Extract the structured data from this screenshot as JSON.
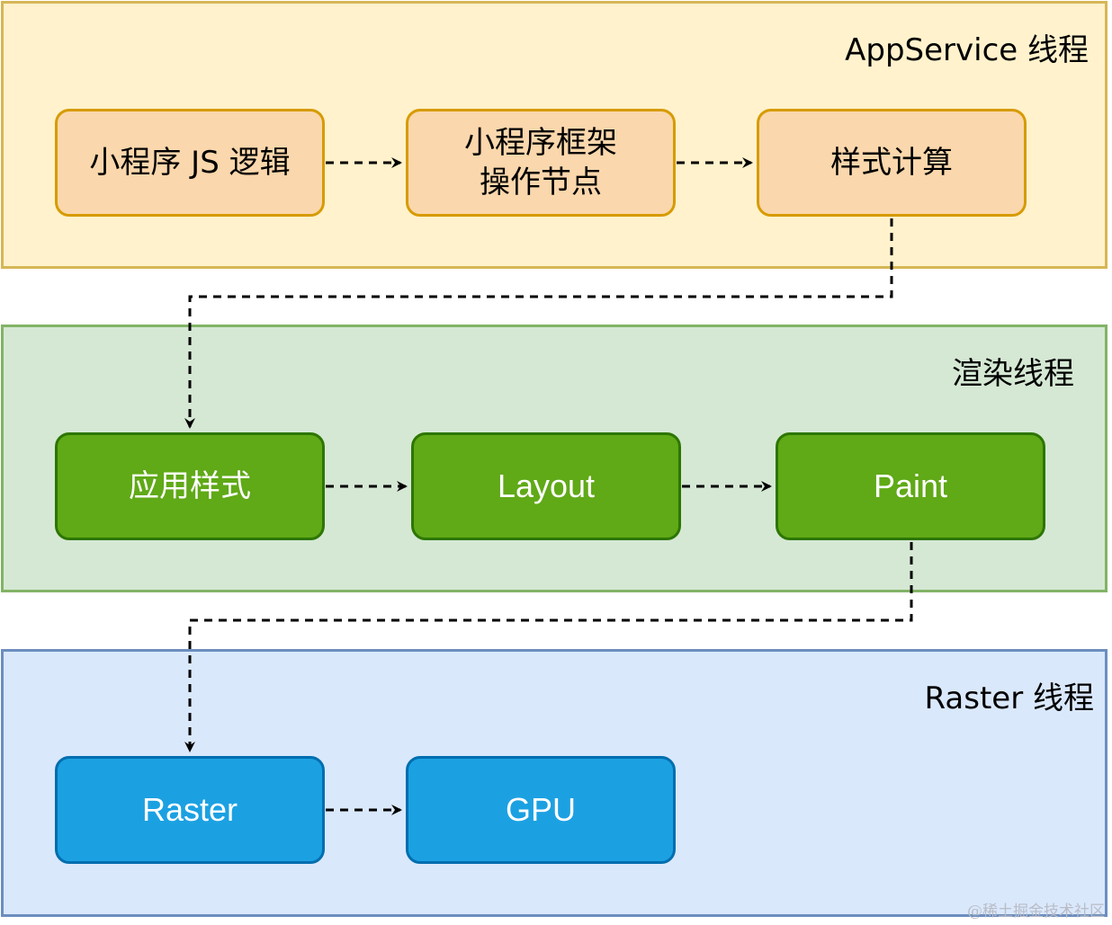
{
  "lanes": {
    "appservice": {
      "title": "AppService 线程"
    },
    "render": {
      "title": "渲染线程"
    },
    "raster": {
      "title": "Raster 线程"
    }
  },
  "nodes": {
    "js_logic": {
      "lines": [
        "小程序 JS 逻辑"
      ]
    },
    "framework_ops": {
      "lines": [
        "小程序框架",
        "操作节点"
      ]
    },
    "style_calc": {
      "lines": [
        "样式计算"
      ]
    },
    "apply_style": {
      "lines": [
        "应用样式"
      ]
    },
    "layout": {
      "lines": [
        "Layout"
      ]
    },
    "paint": {
      "lines": [
        "Paint"
      ]
    },
    "raster": {
      "lines": [
        "Raster"
      ]
    },
    "gpu": {
      "lines": [
        "GPU"
      ]
    }
  },
  "colors": {
    "appservice_fill": "#fff2cc",
    "render_fill": "#d5e8d4",
    "raster_fill": "#dae8fc",
    "orange_node": "#fad7ac",
    "green_node": "#60a917",
    "blue_node": "#1ba1e2",
    "connector": "#000000"
  },
  "edges": [
    {
      "from": "js_logic",
      "to": "framework_ops",
      "style": "dashed"
    },
    {
      "from": "framework_ops",
      "to": "style_calc",
      "style": "dashed"
    },
    {
      "from": "style_calc",
      "to": "apply_style",
      "style": "dashed"
    },
    {
      "from": "apply_style",
      "to": "layout",
      "style": "dashed"
    },
    {
      "from": "layout",
      "to": "paint",
      "style": "dashed"
    },
    {
      "from": "paint",
      "to": "raster",
      "style": "dashed"
    },
    {
      "from": "raster",
      "to": "gpu",
      "style": "dashed"
    }
  ],
  "watermark": "@稀土掘金技术社区"
}
